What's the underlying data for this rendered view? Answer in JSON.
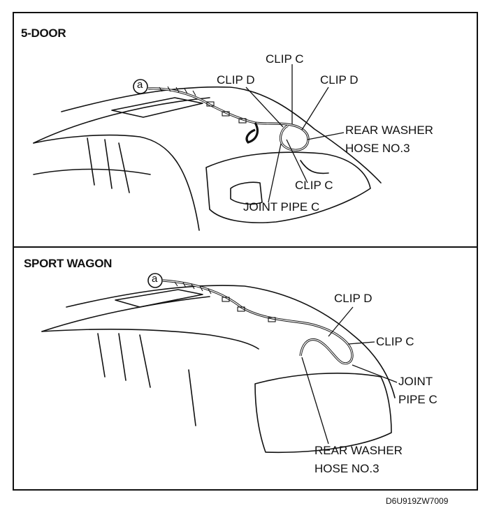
{
  "figure_code": "D6U919ZW7009",
  "panels": {
    "five_door": {
      "heading": "5-DOOR",
      "marker": "a",
      "callouts": {
        "clip_c_top": "CLIP C",
        "clip_d_left": "CLIP D",
        "clip_d_right": "CLIP D",
        "rear_washer_hose_line1": "REAR WASHER",
        "rear_washer_hose_line2": "HOSE NO.3",
        "clip_c_bottom": "CLIP C",
        "joint_pipe_c": "JOINT PIPE C"
      }
    },
    "sport_wagon": {
      "heading": "SPORT WAGON",
      "marker": "a",
      "callouts": {
        "clip_d": "CLIP D",
        "clip_c": "CLIP C",
        "joint_pipe_line1": "JOINT",
        "joint_pipe_line2": "PIPE C",
        "rear_washer_hose_line1": "REAR WASHER",
        "rear_washer_hose_line2": "HOSE NO.3"
      }
    }
  }
}
